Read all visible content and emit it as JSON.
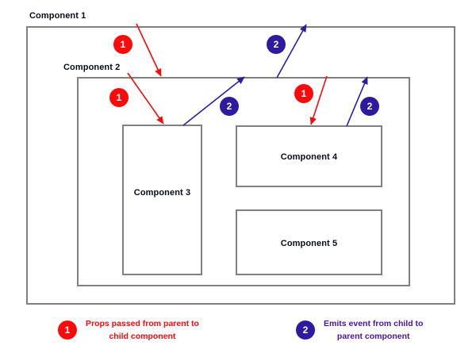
{
  "diagram": {
    "title_hint": "Component hierarchy with props down and events up",
    "colors": {
      "red": "#fa0a0a",
      "blue": "#2e1a9e",
      "legend_blue_text": "#4b14a0",
      "box_border": "#808080",
      "label_text": "#0a0a1e"
    },
    "boxes": [
      {
        "id": "component-1",
        "label": "Component 1",
        "label_position": "outside-top-left"
      },
      {
        "id": "component-2",
        "label": "Component 2",
        "label_position": "outside-top-left"
      },
      {
        "id": "component-3",
        "label": "Component 3",
        "label_position": "inside-center"
      },
      {
        "id": "component-4",
        "label": "Component 4",
        "label_position": "inside-center"
      },
      {
        "id": "component-5",
        "label": "Component 5",
        "label_position": "inside-center"
      }
    ],
    "badges": [
      {
        "id": "badge-props-1",
        "value": "1",
        "color": "red"
      },
      {
        "id": "badge-events-1",
        "value": "2",
        "color": "blue"
      },
      {
        "id": "badge-props-2",
        "value": "1",
        "color": "red"
      },
      {
        "id": "badge-events-2",
        "value": "2",
        "color": "blue"
      },
      {
        "id": "badge-props-3",
        "value": "1",
        "color": "red"
      },
      {
        "id": "badge-events-3",
        "value": "2",
        "color": "blue"
      }
    ],
    "arrows": [
      {
        "id": "arrow-props-c1-to-c2",
        "kind": "props",
        "direction": "down"
      },
      {
        "id": "arrow-props-c2-to-c3",
        "kind": "props",
        "direction": "down"
      },
      {
        "id": "arrow-events-c3-to-c2",
        "kind": "events",
        "direction": "up"
      },
      {
        "id": "arrow-events-c2-to-c1",
        "kind": "events",
        "direction": "up"
      },
      {
        "id": "arrow-props-c2-to-c4",
        "kind": "props",
        "direction": "down"
      },
      {
        "id": "arrow-events-c4-to-c2",
        "kind": "events",
        "direction": "up"
      }
    ]
  },
  "legend": {
    "props": {
      "badge": "1",
      "text": "Props passed from parent to\nchild component"
    },
    "events": {
      "badge": "2",
      "text": "Emits event from child to\nparent component"
    }
  }
}
